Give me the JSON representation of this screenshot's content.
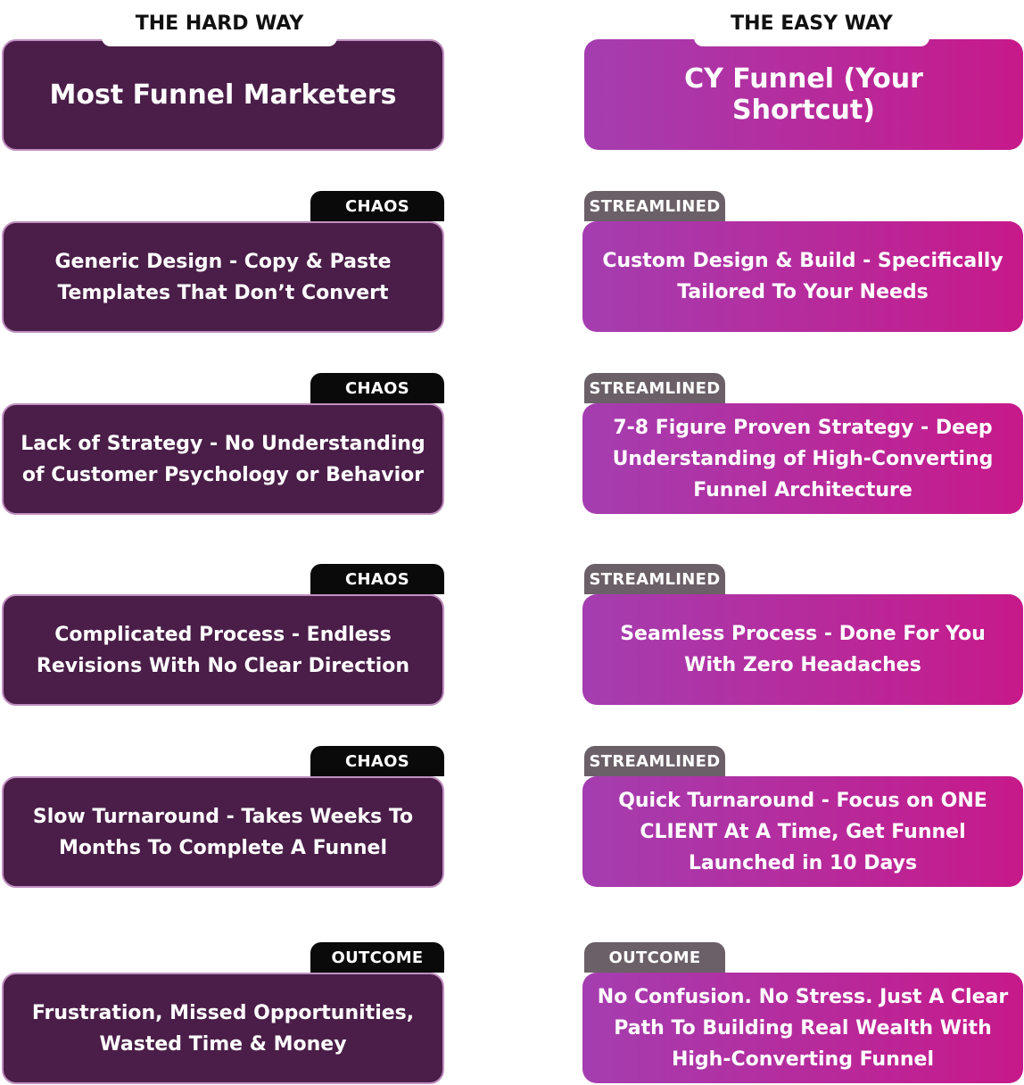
{
  "hard": {
    "header": "THE HARD WAY",
    "title": "Most Funnel Marketers",
    "rows": [
      {
        "tag": "CHAOS",
        "text": "Generic Design - Copy & Paste Templates That Don’t Convert"
      },
      {
        "tag": "CHAOS",
        "text": "Lack of Strategy - No Understanding of Customer Psychology or Behavior"
      },
      {
        "tag": "CHAOS",
        "text": "Complicated Process - Endless Revisions With No Clear Direction"
      },
      {
        "tag": "CHAOS",
        "text": "Slow Turnaround - Takes Weeks To Months To Complete A Funnel"
      },
      {
        "tag": "OUTCOME",
        "text": "Frustration, Missed Opportunities, Wasted Time & Money"
      }
    ]
  },
  "easy": {
    "header": "THE EASY WAY",
    "title": "CY Funnel (Your Shortcut)",
    "rows": [
      {
        "tag": "STREAMLINED",
        "text": "Custom Design & Build - Specifically Tailored To Your Needs"
      },
      {
        "tag": "STREAMLINED",
        "text": "7-8 Figure Proven Strategy - Deep Understanding of High-Converting Funnel Architecture"
      },
      {
        "tag": "STREAMLINED",
        "text": "Seamless Process - Done For You With Zero Headaches"
      },
      {
        "tag": "STREAMLINED",
        "text": "Quick Turnaround - Focus on ONE CLIENT At A Time, Get Funnel Launched in 10 Days"
      },
      {
        "tag": "OUTCOME",
        "text": "No Confusion. No Stress. Just A Clear Path To Building Real Wealth With High-Converting Funnel"
      }
    ]
  },
  "colors": {
    "hard_card": "#4a1e48",
    "hard_border": "#c08fc0",
    "easy_gradient_start": "#a43eb0",
    "easy_gradient_end": "#c7198a",
    "hard_tag": "#0a0a0a",
    "easy_tag": "#6b6068"
  }
}
